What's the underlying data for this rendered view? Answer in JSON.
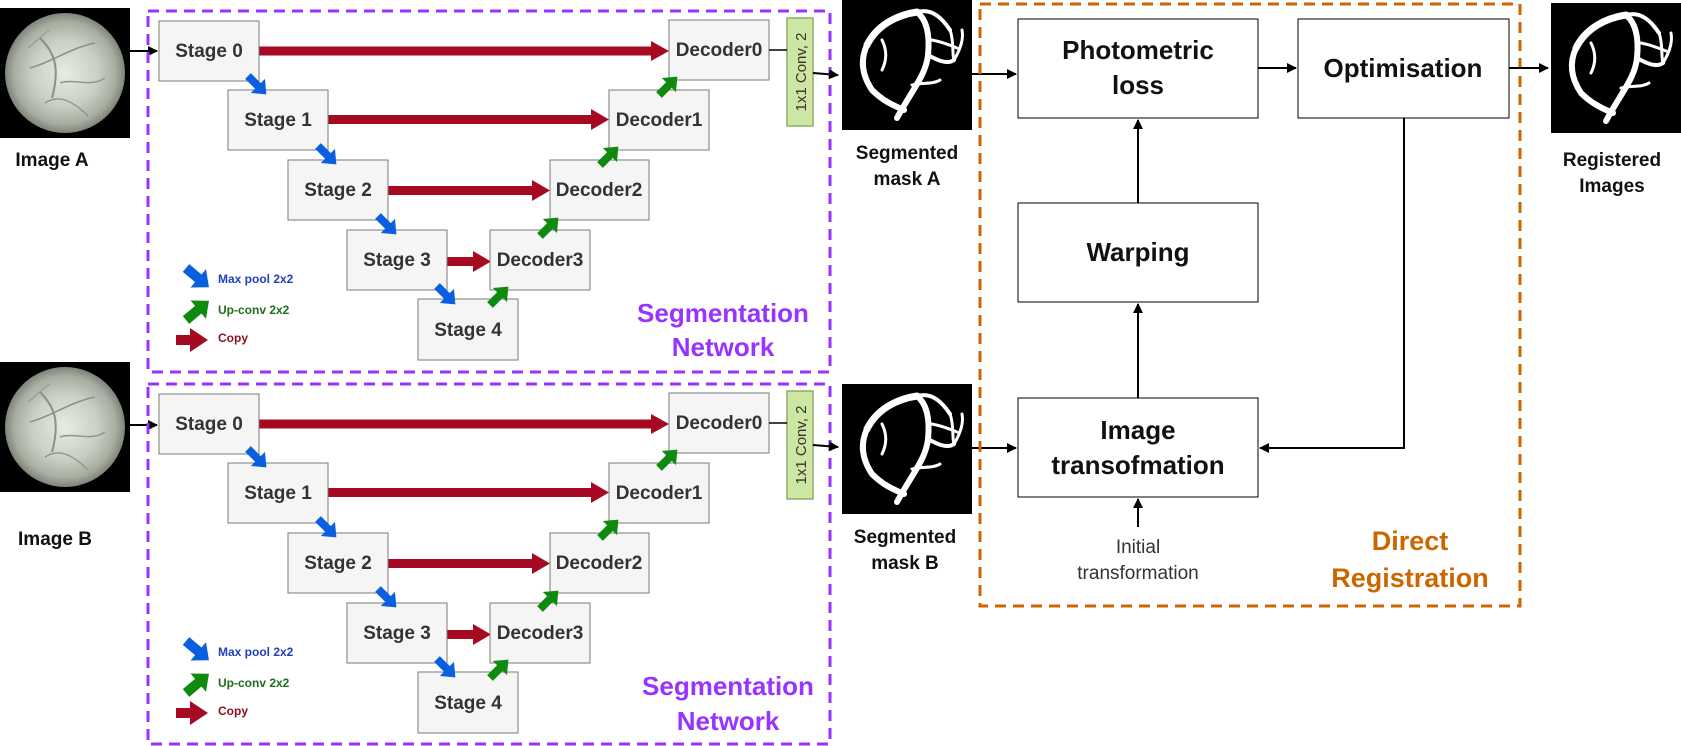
{
  "colors": {
    "copy_arrow": "#a50a22",
    "maxpool_arrow": "#0a5fe0",
    "upconv_arrow": "#0f8a0f",
    "segmentation_border": "#9933ff",
    "registration_border": "#cc6600",
    "stage_fill": "#f5f5f5",
    "conv_fill": "#cde6a2"
  },
  "inputs": {
    "image_a_label": "Image A",
    "image_b_label": "Image B"
  },
  "segnet": {
    "stages": [
      "Stage 0",
      "Stage 1",
      "Stage 2",
      "Stage 3",
      "Stage 4"
    ],
    "decoders": [
      "Decoder0",
      "Decoder1",
      "Decoder2",
      "Decoder3"
    ],
    "conv_label": "1x1 Conv, 2",
    "label_line1": "Segmentation",
    "label_line2": "Network",
    "legend": {
      "maxpool": "Max pool 2x2",
      "upconv": "Up-conv 2x2",
      "copy": "Copy"
    }
  },
  "masks": {
    "a_line1": "Segmented",
    "a_line2": "mask A",
    "b_line1": "Segmented",
    "b_line2": "mask B"
  },
  "registration": {
    "photometric_line1": "Photometric",
    "photometric_line2": "loss",
    "optimisation": "Optimisation",
    "warping": "Warping",
    "transform_line1": "Image",
    "transform_line2": "transofmation",
    "initial_line1": "Initial",
    "initial_line2": "transformation",
    "label_line1": "Direct",
    "label_line2": "Registration"
  },
  "output": {
    "line1": "Registered",
    "line2": "Images"
  }
}
